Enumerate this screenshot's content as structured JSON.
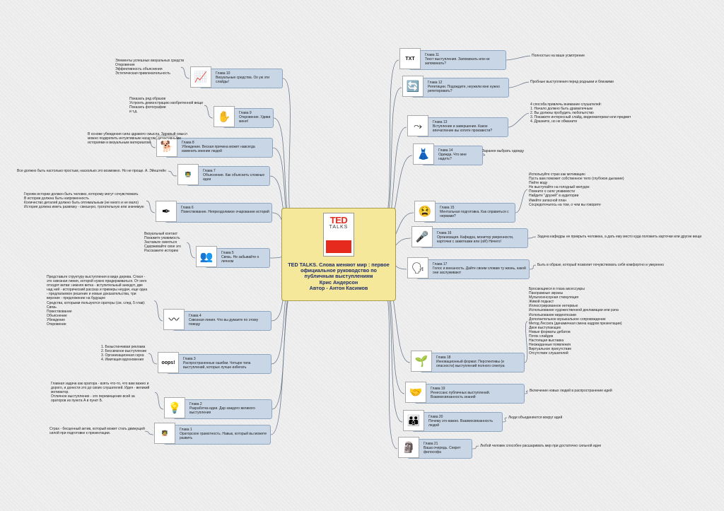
{
  "center": {
    "cover_title": "TED",
    "cover_subtitle": "TALKS",
    "title_lines": [
      "TED TALKS. Слова меняют мир : первое",
      "официальное руководство по",
      "публичным выступлениям",
      "Крис Андерсон",
      "Автор - Антон Касимов"
    ]
  },
  "left": [
    {
      "id": "ch10",
      "icon": "chart-icon",
      "glyph": "📈",
      "heading": "Глава 10",
      "text": "Визуальные средства. Ох уж эти слайды!",
      "notes": [
        "Элементы успешных визуальных средств",
        "Откровение",
        "Эффективность объяснения",
        "Эстетическая привлекательность"
      ]
    },
    {
      "id": "ch9",
      "icon": "hand-icon",
      "glyph": "✋",
      "heading": "Глава 9",
      "text": "Откровение. Удиви меня!",
      "notes": [
        "Показать ряд образов",
        "Устроить демонстрацию изобретенной вещи",
        "Показать фотографии",
        "и т.д."
      ]
    },
    {
      "id": "ch8",
      "icon": "dog-icon",
      "glyph": "🐕",
      "heading": "Глава 8",
      "text": "Убеждение. Веская причина может навсегда изменить мнение людей",
      "notes": [
        "В основе убеждения сила здравого смысла. Здравый смысл",
        "можно подкрепить интуитивным насосом, детективными",
        "историями и визуальным материалом."
      ]
    },
    {
      "id": "ch7",
      "icon": "teacher-icon",
      "glyph": "👨‍🏫",
      "heading": "Глава 7",
      "text": "Объяснение. Как объяснить сложные идеи",
      "notes": [
        "Все должно быть настолько простым, насколько это возможно. Но не проще. А. Эйнштейн"
      ]
    },
    {
      "id": "ch6",
      "icon": "quill-icon",
      "glyph": "✒",
      "heading": "Глава 6",
      "text": "Повествование. Непреодолимое очарование историй",
      "notes": [
        "Героям истории должен быть человек, которому могут сочувствовать",
        "В истории должна быть напряженность",
        "Количество деталей должно быть оптимальным (не много и не мало)",
        "История должна иметь развязку - смешную, трогательную или значимую"
      ]
    },
    {
      "id": "ch5",
      "icon": "people-icon",
      "glyph": "👥",
      "heading": "Глава 5",
      "text": "Связь. Не забывайте о личном",
      "notes": [
        "Визуальный контакт",
        "Покажите уязвимость",
        "Заставьте смеяться",
        "Сдерживайте свое эго",
        "Расскажите историю"
      ]
    },
    {
      "id": "ch4",
      "icon": "trend-icon",
      "glyph": "〰",
      "heading": "Глава 4",
      "text": "Сквозная линия. Что вы думаете по этому поводу",
      "notes": [
        "Представьте структуру выступления в виде дерева. Ствол -",
        "это сквозная линия, которой нужно придерживаться. От него",
        "отходят ветви: нижняя ветка - вступительный анекдот, две",
        "над ней - исторический рассказ и примеры неудач, еще одна",
        "- предлагаемое решение и новые доказательства, три",
        "верхние - предложение на будущее",
        "Средства, которыми пользуются ораторы (см. след. 5 глав):",
        "Связь",
        "Повествование",
        "Объяснение",
        "Убеждение",
        "Откровение"
      ]
    },
    {
      "id": "ch3",
      "icon": "oops-icon",
      "glyph": "oops!",
      "heading": "Глава 3",
      "text": "Распространенные ошибки. Четыре типа выступлений, которых лучше избегать",
      "notes": [
        "1. Безыстинчивая реклама",
        "2. Бессвязное выступление",
        "3. Организационная скука",
        "4. Имитация вдохновения"
      ]
    },
    {
      "id": "ch2",
      "icon": "lightbulb-icon",
      "glyph": "💡",
      "heading": "Глава 2",
      "text": "Разработка идеи. Дар каждого великого выступления",
      "notes": [
        "Главная задача как оратора - взять что-то, что вам важно и",
        "дорого, и донести это до своих слушателей. Идея - великий",
        "мотиватор.",
        "Отличное выступление - это перемещение всей за",
        "ораторов из пункта А в пункт Б."
      ]
    },
    {
      "id": "ch1",
      "icon": "presenter-icon",
      "glyph": "🧑‍🏫",
      "heading": "Глава 1",
      "text": "Ораторское грамотность. Навык, который вы можете развить",
      "notes": [
        "Страх - бесценный актив, который может стать движущей",
        "силой при подготовке к презентации."
      ]
    }
  ],
  "right": [
    {
      "id": "ch11",
      "icon": "txt-file-icon",
      "glyph": "TXT",
      "heading": "Глава 11",
      "text": "Текст выступления. Запоминать или не запоминать?",
      "notes": [
        "Полностью на ваше усмотрение"
      ]
    },
    {
      "id": "ch12",
      "icon": "repeat-icon",
      "glyph": "🔄",
      "heading": "Глава 12",
      "text": "Репетиции. Подождите, неужели мне нужно репетировать?",
      "notes": [
        "Пробные выступления перед родными и близкими"
      ]
    },
    {
      "id": "ch13",
      "icon": "path-icon",
      "glyph": "⤳",
      "heading": "Глава 13",
      "text": "Вступление и завершение. Какое впечатление вы хотите произвести?",
      "notes": [
        "4 способа привлечь внимание слушателей:",
        "1. Начало должно быть драматичным",
        "2. Вы должны пробудить любопытство",
        "3. Покажите интересный слайд, видеоматериал или предмет",
        "4. Дразните, но не обманите"
      ]
    },
    {
      "id": "ch14",
      "icon": "clothes-icon",
      "glyph": "👗",
      "heading": "Глава 14",
      "text": "Одежда. Что мне надеть?",
      "notes": [
        "Заранее выбрать одежду"
      ]
    },
    {
      "id": "ch15",
      "icon": "stress-icon",
      "glyph": "😫",
      "heading": "Глава 15",
      "text": "Ментальная подготовка. Как справиться с нервами?",
      "notes": [
        "Используйте страх как мотивацию",
        "Пусть вам поможет собственное тело (глубокое дыхание)",
        "Пейте воду",
        "Не выступайте на голодный желудок",
        "Помните о силе уязвимости",
        "Найдите \"друзей\" в аудитории",
        "Имейте запасной план",
        "Сосредоточьтесь на том, о чем вы говорите"
      ]
    },
    {
      "id": "ch16",
      "icon": "podium-icon",
      "glyph": "🎤",
      "heading": "Глава 16",
      "text": "Организация. Кафедра, монитор уверенности, карточки с заметками или (ой!) Ничего!",
      "notes": [
        "Задача кафедры не прикрыть человека, а дать ему место куда положить карточки или другие вещи"
      ]
    },
    {
      "id": "ch17",
      "icon": "voice-icon",
      "glyph": "🗣",
      "heading": "Глава 17",
      "text": "Голос и внешность. Дайте своим словам ту жизнь, какой они заслуживают",
      "notes": [
        "Быть в образе, который позволит почувствовать себя комфортно и уверенно"
      ]
    },
    {
      "id": "ch18",
      "icon": "plant-hand-icon",
      "glyph": "🌱",
      "heading": "Глава 18",
      "text": "Инновационный формат. Перспективы (и опасности) выступлений полного спектра",
      "notes": [
        "Бросающиеся в глаза аксессуары",
        "Панорамные экраны",
        "Мультисенсорная стимуляция",
        "Живой подкаст",
        "Иллюстрированное интервью",
        "Использование художественной декламации или рэпа",
        "Использование видеопоэзии",
        "Дополнительное музыкальное сопровождение",
        "Метод Лессига (динамичная смена кадров презентации)",
        "Двое выступающих",
        "Новые форматы дебатов",
        "Поток слайдов",
        "Настоящая выставка",
        "Неожиданные появления",
        "Виртуальное присутствие",
        "Отсутствие слушателей"
      ]
    },
    {
      "id": "ch19",
      "icon": "collaboration-icon",
      "glyph": "🤝",
      "heading": "Глава 19",
      "text": "Ренессанс публичных выступлений. Взаимосвязанность знаний",
      "notes": [
        "Включение новых людей в распространение идей"
      ]
    },
    {
      "id": "ch20",
      "icon": "crowd-icon",
      "glyph": "👪",
      "heading": "Глава 20",
      "text": "Почему это важно. Взаимосвязанность людей",
      "notes": [
        "Люди объединяются вокруг идей"
      ]
    },
    {
      "id": "ch21",
      "icon": "thinker-icon",
      "glyph": "🗿",
      "heading": "Глава 21",
      "text": "Ваша очередь. Секрет философа",
      "notes": [
        "Любой человек способен расшаривать мир при достаточно сильной идее"
      ]
    }
  ]
}
